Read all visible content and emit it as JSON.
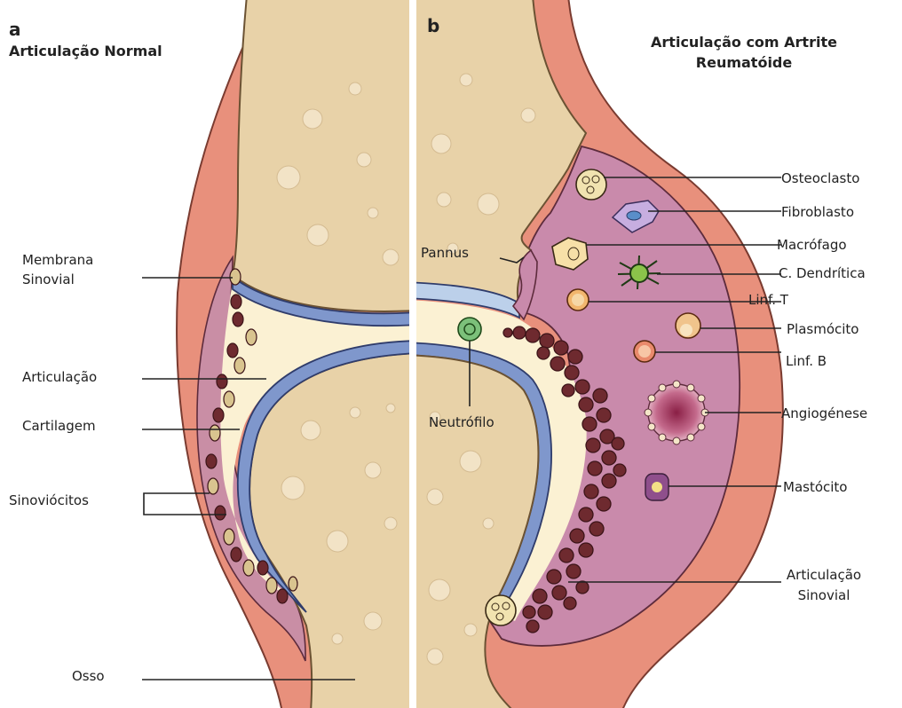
{
  "panel_a": {
    "letter": "a",
    "title": "Articulação Normal",
    "labels": {
      "membrana_line1": "Membrana",
      "membrana_line2": "Sinovial",
      "articulacao": "Articulação",
      "cartilagem": "Cartilagem",
      "sinoviocitos": "Sinoviócitos",
      "osso": "Osso"
    }
  },
  "panel_b": {
    "letter": "b",
    "title_line1": "Articulação com Artrite",
    "title_line2": "Reumatóide",
    "labels": {
      "pannus": "Pannus",
      "neutrofilo": "Neutrófilo",
      "osteoclasto": "Osteoclasto",
      "fibroblasto": "Fibroblasto",
      "macrofago": "Macrófago",
      "c_dendritica": "C. Dendrítica",
      "linf_t": "Linf. T",
      "plasmocito": "Plasmócito",
      "linf_b": "Linf. B",
      "angiogenese": "Angiogénese",
      "mastocito": "Mastócito",
      "artic_sinovial_line1": "Articulação",
      "artic_sinovial_line2": "Sinovial"
    }
  },
  "colors": {
    "skin": "#e8907c",
    "bone": "#e8d2a8",
    "cartilage": "#7f97cc",
    "synovial_fluid": "#fbf1d3",
    "membrane_normal": "#c98ea5",
    "inflamed_tissue": "#c98aab",
    "synoviocyte": "#6e2a2f"
  }
}
